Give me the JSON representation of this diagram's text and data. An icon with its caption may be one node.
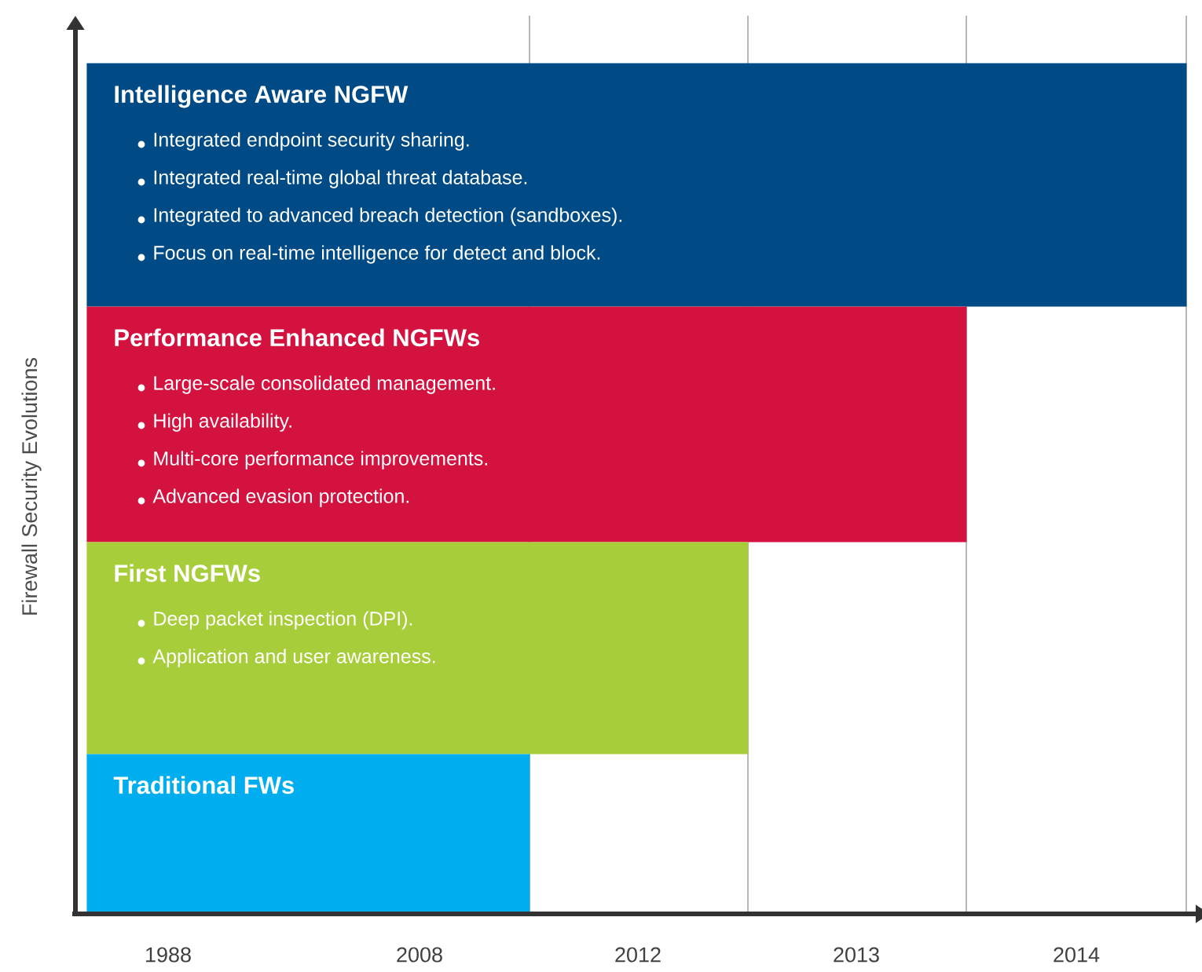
{
  "diagram": {
    "nodes": [
      {
        "text": [
          "Intelligence Aware NGFW",
          "Integrated endpoint security sharing.",
          "Integrated real-time global threat database.",
          "Integrated to advanced breach detection (sandboxes).",
          "Focus on real-time intelligence for detect and block."
        ]
      },
      {
        "text": [
          "Performance Enhanced NGFWs",
          "Large-scale consolidated management.",
          "High availability.",
          "Multi-core performance improvements.",
          "Advanced evasion protection."
        ]
      },
      {
        "text": [
          "First NGFWs",
          "Deep packet inspection (DPI).",
          "Application and user awareness."
        ]
      },
      {
        "text": [
          "Traditional FWs"
        ]
      }
    ],
    "labels": [
      "Firewall Security Evolutions",
      "1988",
      "2008",
      "2012",
      "2013",
      "2014"
    ]
  }
}
